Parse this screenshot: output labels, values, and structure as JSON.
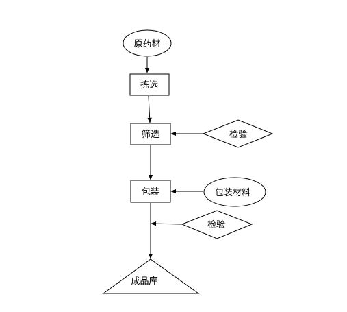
{
  "nodes": {
    "raw_material": "原药材",
    "sorting": "拣选",
    "screening": "筛选",
    "inspection_1": "检验",
    "packaging": "包装",
    "packaging_material": "包装材料",
    "inspection_2": "检验",
    "finished_warehouse": "成品库"
  }
}
